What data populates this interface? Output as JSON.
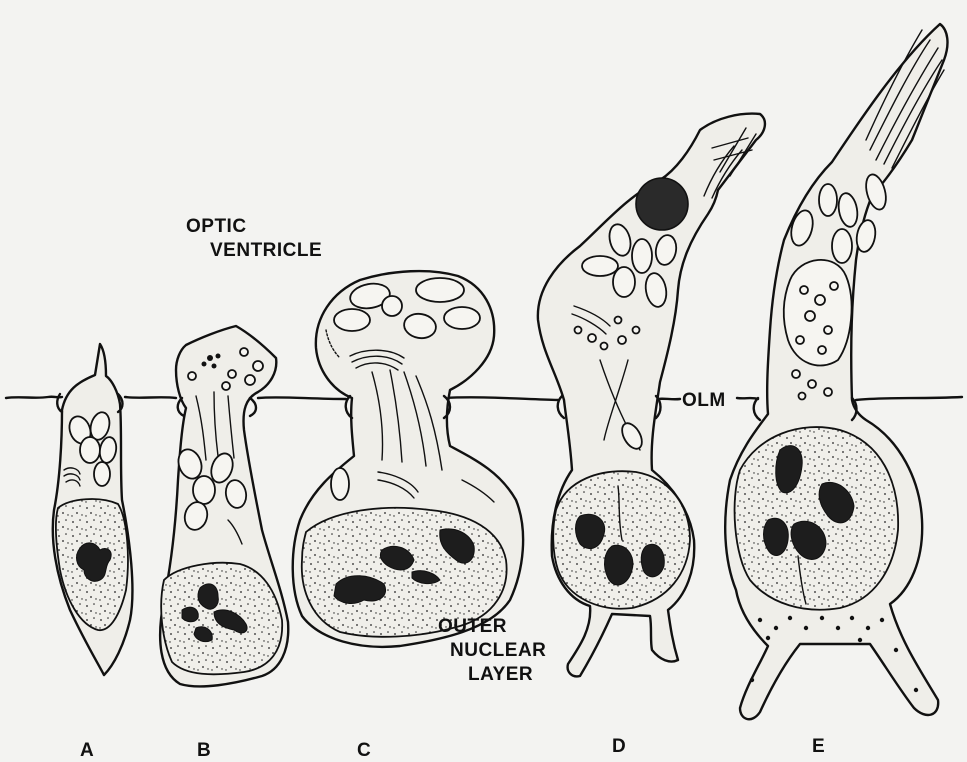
{
  "labels": {
    "optic_ventricle_line1": "OPTIC",
    "optic_ventricle_line2": "VENTRICLE",
    "olm": "OLM",
    "outer_nuclear_layer_line1": "OUTER",
    "outer_nuclear_layer_line2": "NUCLEAR",
    "outer_nuclear_layer_line3": "LAYER"
  },
  "cells": [
    {
      "id": "A",
      "caption": "A"
    },
    {
      "id": "B",
      "caption": "B"
    },
    {
      "id": "C",
      "caption": "C"
    },
    {
      "id": "D",
      "caption": "D"
    },
    {
      "id": "E",
      "caption": "E"
    }
  ],
  "colors": {
    "ink": "#111111",
    "paper": "#f3f3f1",
    "cytoplasm": "#efeee9"
  }
}
